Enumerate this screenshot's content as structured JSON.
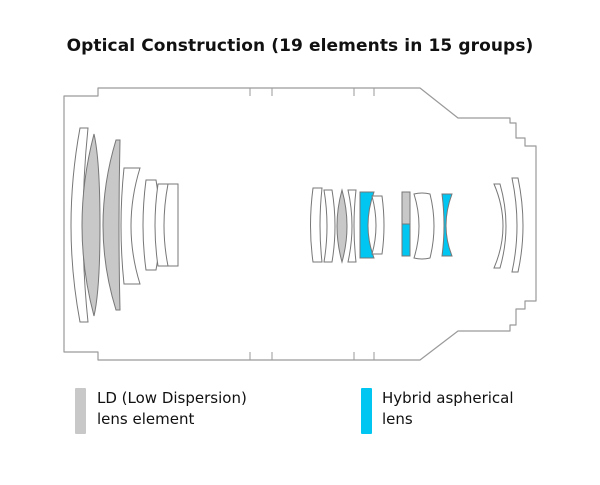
{
  "title": "Optical Construction (19 elements in 15 groups)",
  "colors": {
    "ld": "#c8c8c8",
    "hybrid": "#00c6f1",
    "outline": "#9a9a9a",
    "lens_stroke": "#777777"
  },
  "legend": [
    {
      "line1": "LD (Low Dispersion)",
      "line2": "lens element",
      "color": "#c8c8c8"
    },
    {
      "line1": "Hybrid aspherical",
      "line2": "lens",
      "color": "#00c6f1"
    }
  ]
}
